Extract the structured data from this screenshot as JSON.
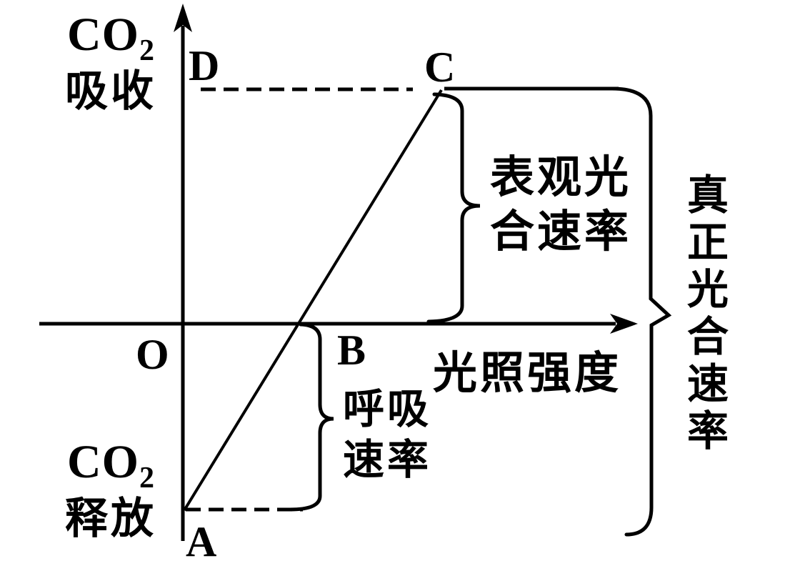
{
  "colors": {
    "ink": "#000000",
    "background": "#ffffff"
  },
  "y_axis": {
    "positive": {
      "formula": "CO",
      "subscript": "2",
      "action": "吸收"
    },
    "negative": {
      "formula": "CO",
      "subscript": "2",
      "action": "释放"
    }
  },
  "x_axis": {
    "label": "光照强度"
  },
  "points": {
    "origin": "O",
    "a": "A",
    "b": "B",
    "c": "C",
    "d": "D"
  },
  "braces": {
    "apparent_rate": {
      "line1": "表观光",
      "line2": "合速率"
    },
    "respiration_rate": {
      "line1": "呼吸",
      "line2": "速率"
    },
    "true_rate": "真正光合速率"
  },
  "diagram": {
    "type": "schematic-line-graph",
    "description_points": {
      "A": "line start on negative y-axis (CO2 release at zero light)",
      "B": "light compensation point on x-axis",
      "C": "line end at maximum apparent photosynthesis",
      "D": "projection of C on y-axis"
    }
  }
}
